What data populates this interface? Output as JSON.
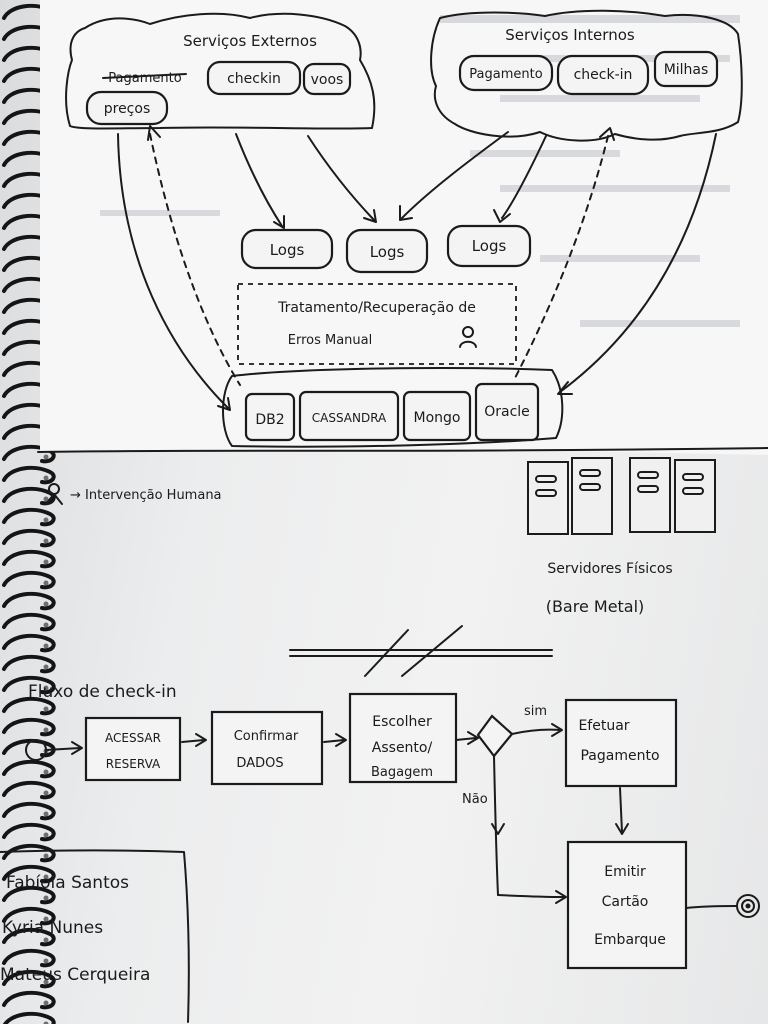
{
  "external_services": {
    "title": "Serviços Externos",
    "items": [
      "Pagamento",
      "checkin",
      "voos",
      "preços"
    ]
  },
  "internal_services": {
    "title": "Serviços Internos",
    "items": [
      "Pagamento",
      "check-in",
      "Milhas"
    ]
  },
  "logs": [
    "Logs",
    "Logs",
    "Logs"
  ],
  "error_handling": {
    "line1": "Tratamento/Recuperação de",
    "line2": "Erros Manual"
  },
  "databases": [
    "DB2",
    "CASSANDRA",
    "Mongo",
    "Oracle"
  ],
  "legend": {
    "text": "→ Intervenção Humana",
    "icon": "person-icon"
  },
  "servers": {
    "line1": "Servidores Físicos",
    "line2": "(Bare Metal)"
  },
  "checkin_flow": {
    "title": "Fluxo de check-in",
    "steps": [
      {
        "line1": "ACESSAR",
        "line2": "RESERVA"
      },
      {
        "line1": "Confirmar",
        "line2": "DADOS"
      },
      {
        "line1": "Escolher",
        "line2": "Assento/",
        "line3": "Bagagem"
      },
      {
        "line1": "Efetuar",
        "line2": "Pagamento"
      },
      {
        "line1": "Emitir",
        "line2": "Cartão",
        "line3": "Embarque"
      }
    ],
    "yes_label": "sim",
    "no_label": "Não"
  },
  "authors": [
    "Fabíola Santos",
    "Kyria Nunes",
    "Mateus Cerqueira"
  ],
  "colors": {
    "paper": "#f2f2f2",
    "ink": "#1b1b1b",
    "spiral": "#151515"
  }
}
